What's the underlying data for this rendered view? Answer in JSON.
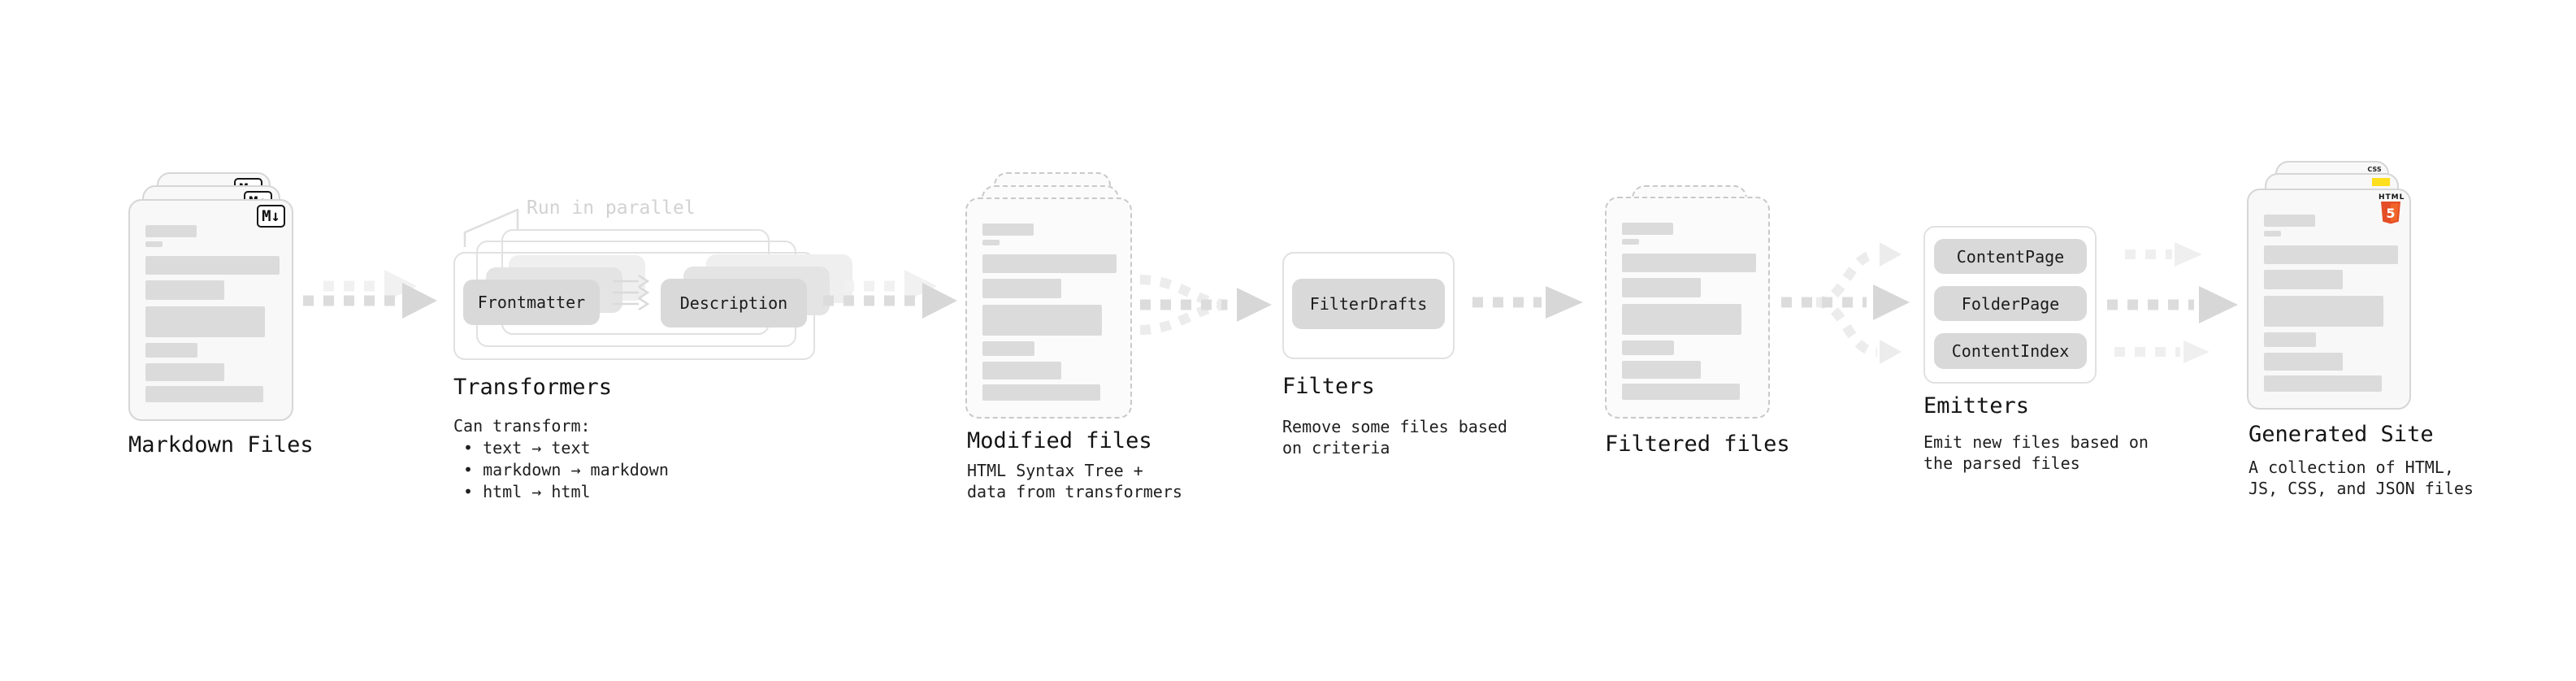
{
  "markdown_files": {
    "label": "Markdown Files",
    "badge": "M↓"
  },
  "transformers": {
    "title": "Transformers",
    "callout": "Run in parallel",
    "pills": [
      "Frontmatter",
      "Description"
    ],
    "desc_heading": "Can transform:",
    "bullets": [
      "• text → text",
      "• markdown → markdown",
      "• html → html"
    ]
  },
  "modified_files": {
    "label": "Modified files",
    "desc": [
      "HTML Syntax Tree +",
      "data from transformers"
    ]
  },
  "filters": {
    "title": "Filters",
    "pills": [
      "FilterDrafts"
    ],
    "desc": [
      "Remove some files based",
      "on criteria"
    ]
  },
  "filtered_files": {
    "label": "Filtered files"
  },
  "emitters": {
    "title": "Emitters",
    "pills": [
      "ContentPage",
      "FolderPage",
      "ContentIndex"
    ],
    "desc": [
      "Emit new files based on",
      "the parsed files"
    ]
  },
  "generated_site": {
    "label": "Generated Site",
    "desc": [
      "A collection of HTML,",
      "JS, CSS, and JSON files"
    ],
    "badges": {
      "html_label": "HTML",
      "html_number": "5",
      "css": "CSS"
    }
  },
  "colors": {
    "html_orange": "#e44d26",
    "html_orange_light": "#f16529",
    "css_blue": "#2965f1",
    "js_yellow": "#ffdf1e",
    "card_border": "#d6d6d6",
    "pill_gray": "#d9d9d9",
    "arrow_gray": "#dcdcdc",
    "arrow_ghost": "#f1f1f1"
  }
}
